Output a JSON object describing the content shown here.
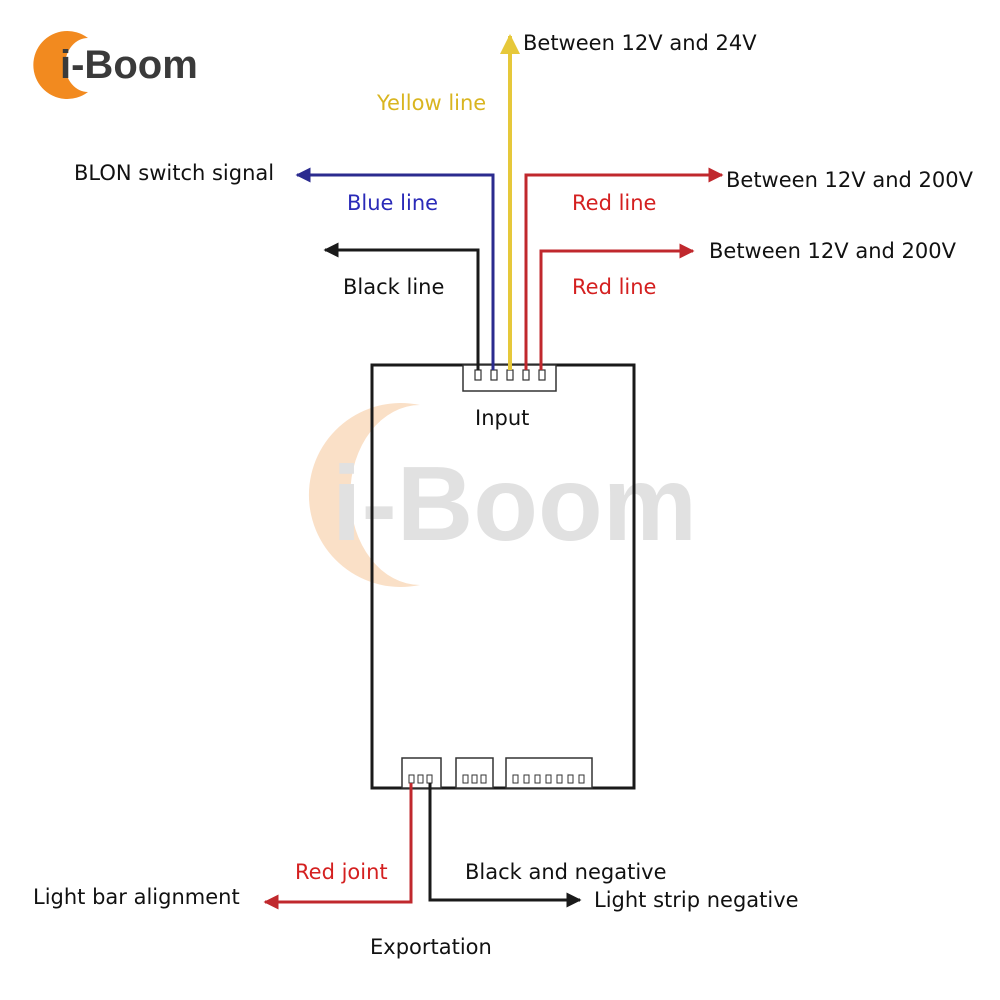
{
  "brand": {
    "logo_text": "i-Boom",
    "watermark_text": "i-Boom",
    "accent_color": "#f28a1f",
    "text_color": "#3a3a3a"
  },
  "colors": {
    "yellow": "#e6c83a",
    "blue": "#2b2b8f",
    "red": "#c0282d",
    "black": "#1a1a1a"
  },
  "input": {
    "label": "Input",
    "yellow_label": "Yellow line",
    "yellow_target": "Between 12V and 24V",
    "blue_label": "Blue line",
    "blue_target": "BLON switch signal",
    "black_label": "Black line",
    "red1_label": "Red line",
    "red1_target": "Between 12V and 200V",
    "red2_label": "Red line",
    "red2_target": "Between 12V and 200V"
  },
  "output": {
    "label": "Exportation",
    "red_label": "Red joint",
    "red_target": "Light bar alignment",
    "black_label": "Black and negative",
    "black_target": "Light strip negative"
  }
}
